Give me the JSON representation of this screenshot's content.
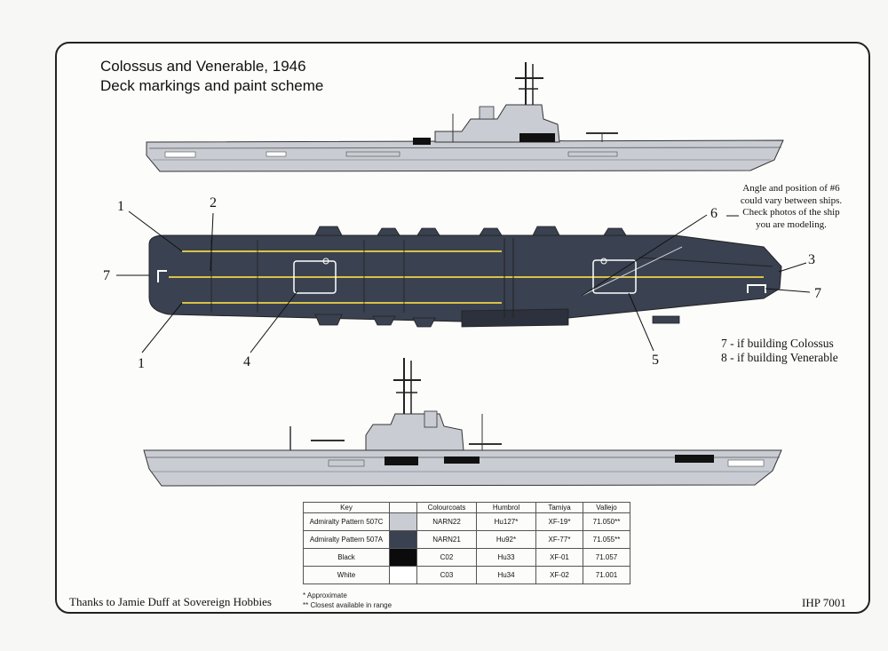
{
  "title": {
    "line1": "Colossus and Venerable, 1946",
    "line2": "Deck markings and paint scheme"
  },
  "callouts": {
    "c1a": "1",
    "c1b": "1",
    "c2": "2",
    "c3": "3",
    "c4": "4",
    "c5": "5",
    "c6": "6",
    "c7a": "7",
    "c7b": "7"
  },
  "note6": {
    "line1": "Angle and position of #6",
    "line2": "could vary between ships.",
    "line3": "Check photos of the ship",
    "line4": "you are modeling."
  },
  "build_notes": {
    "line1": "7 - if building Colossus",
    "line2": "8 - if building Venerable"
  },
  "paint_table": {
    "headers": [
      "Key",
      "",
      "Colourcoats",
      "Humbrol",
      "Tamiya",
      "Vallejo"
    ],
    "rows": [
      {
        "name": "Admiralty Pattern 507C",
        "color": "#c9cdd3",
        "colourcoats": "NARN22",
        "humbrol": "Hu127*",
        "tamiya": "XF-19*",
        "vallejo": "71.050**"
      },
      {
        "name": "Admiralty Pattern 507A",
        "color": "#3a4150",
        "colourcoats": "NARN21",
        "humbrol": "Hu92*",
        "tamiya": "XF-77*",
        "vallejo": "71.055**"
      },
      {
        "name": "Black",
        "color": "#0b0b0b",
        "colourcoats": "C02",
        "humbrol": "Hu33",
        "tamiya": "XF-01",
        "vallejo": "71.057"
      },
      {
        "name": "White",
        "color": "#ffffff",
        "colourcoats": "C03",
        "humbrol": "Hu34",
        "tamiya": "XF-02",
        "vallejo": "71.001"
      }
    ]
  },
  "footnotes": {
    "approx": "* Approximate",
    "closest": "** Closest available in range"
  },
  "credit": "Thanks to Jamie Duff at Sovereign Hobbies",
  "product_code": "IHP 7001",
  "colors": {
    "hull_light": "#c9cdd3",
    "deck_dark": "#3a4150",
    "marking_yellow": "#d8c24a",
    "marking_white": "#ffffff"
  }
}
